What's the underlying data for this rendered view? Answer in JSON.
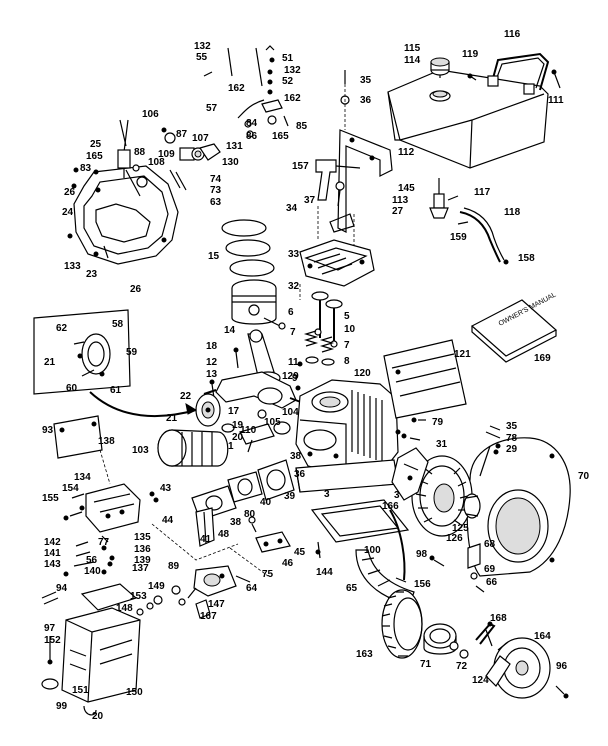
{
  "diagram": {
    "part_labels": [
      "132",
      "55",
      "51",
      "132",
      "52",
      "162",
      "162",
      "57",
      "84",
      "86",
      "165",
      "85",
      "35",
      "36",
      "116",
      "115",
      "114",
      "119",
      "111",
      "106",
      "25",
      "165",
      "88",
      "109",
      "87",
      "107",
      "131",
      "108",
      "130",
      "74",
      "73",
      "63",
      "26",
      "83",
      "24",
      "133",
      "23",
      "26",
      "157",
      "112",
      "145",
      "113",
      "27",
      "37",
      "117",
      "118",
      "159",
      "158",
      "34",
      "15",
      "33",
      "32",
      "6",
      "5",
      "14",
      "10",
      "18",
      "7",
      "7",
      "12",
      "8",
      "9",
      "13",
      "11",
      "129",
      "120",
      "121",
      "62",
      "58",
      "21",
      "59",
      "60",
      "61",
      "22",
      "21",
      "17",
      "110",
      "19",
      "105",
      "104",
      "20",
      "169",
      "93",
      "138",
      "103",
      "3",
      "79",
      "31",
      "35",
      "78",
      "29",
      "70",
      "43",
      "155",
      "154",
      "134",
      "44",
      "41",
      "40",
      "39",
      "36",
      "38",
      "38",
      "80",
      "48",
      "142",
      "141",
      "143",
      "56",
      "77",
      "135",
      "136",
      "139",
      "137",
      "140",
      "45",
      "46",
      "75",
      "166",
      "100",
      "3",
      "144",
      "126",
      "125",
      "68",
      "69",
      "66",
      "98",
      "94",
      "153",
      "148",
      "149",
      "89",
      "147",
      "167",
      "64",
      "65",
      "156",
      "97",
      "152",
      "168",
      "164",
      "163",
      "71",
      "72",
      "124",
      "96",
      "150",
      "151",
      "99",
      "20",
      "1"
    ],
    "manual_label": "OWNER'S MANUAL"
  }
}
